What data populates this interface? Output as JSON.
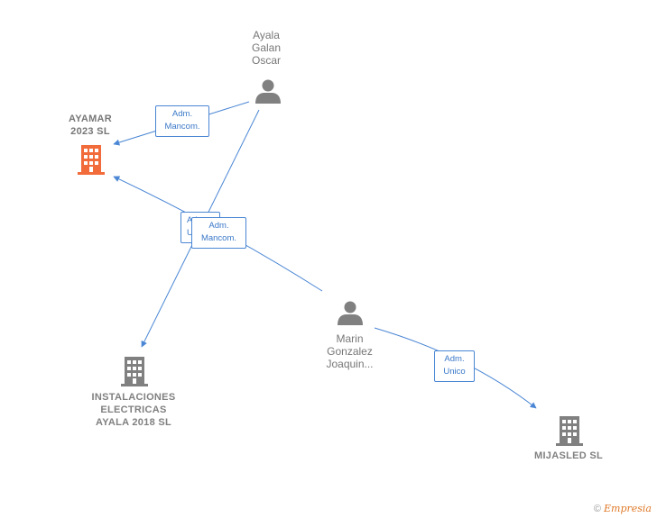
{
  "nodes": {
    "ayala": {
      "name": "Ayala\nGalan\nOscar"
    },
    "ayamar": {
      "name": "AYAMAR\n2023  SL"
    },
    "instalaciones": {
      "name": "INSTALACIONES\nELECTRICAS\nAYALA 2018  SL"
    },
    "marin": {
      "name": "Marin\nGonzalez\nJoaquin..."
    },
    "mijasled": {
      "name": "MIJASLED  SL"
    }
  },
  "edges": {
    "ayala_ayamar": "Adm.\nMancom.",
    "hidden_label": "Adm.\nUnico",
    "marin_ayamar": "Adm.\nMancom.",
    "marin_mijasled": "Adm.\nUnico"
  },
  "colors": {
    "edge": "#4a86d4",
    "person": "#808080",
    "company": "#808080",
    "main_company": "#f26b3a"
  },
  "watermark": {
    "symbol": "©",
    "brand": "Empresia"
  }
}
